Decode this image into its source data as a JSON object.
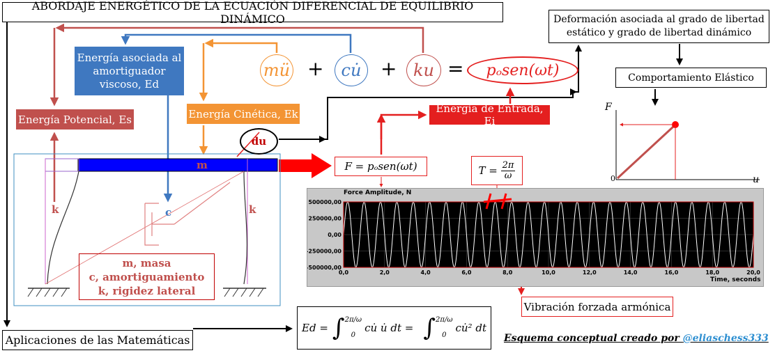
{
  "title": "ABORDAJE ENERGÉTICO DE LA ECUACIÓN DIFERENCIAL DE EQUILIBRIO DINÁMICO",
  "applications": "Aplicaciones de las Matemáticas",
  "deformation": {
    "line1": "Deformación asociada al grado de libertad",
    "line2": "estático y grado de libertad dinámico"
  },
  "elastic": "Comportamiento Elástico",
  "energy": {
    "ed_line1": "Energía asociada al",
    "ed_line2": "amortiguador",
    "ed_line3": "viscoso, Ed",
    "es": "Energía Potencial, Es",
    "ek": "Energía Cinética, Ek",
    "ei": "Energía de Entrada, Ei"
  },
  "equation": {
    "mu": "mü",
    "cu": "cu̇",
    "ku": "ku",
    "plus": "+",
    "equals": "=",
    "force": "pₒsen(ωt)"
  },
  "du": "du",
  "frame": {
    "m": "m",
    "k_left": "k",
    "k_right": "k",
    "c": "c"
  },
  "legend": {
    "line1": "m, masa",
    "line2": "c, amortiguamiento",
    "line3": "k, rigidez lateral"
  },
  "f_eq": {
    "lhs": "F = ",
    "rhs": "pₒsen(ωt)"
  },
  "period": {
    "lhs": "T = ",
    "num": "2π",
    "den": "ω"
  },
  "fu_graph": {
    "f": "F",
    "u": "u",
    "origin": "0"
  },
  "forced_vibration": "Vibración forzada armónica",
  "ed_formula": {
    "lhs": "Ed =",
    "int1": "cu̇ u̇ dt =",
    "int2": "cu̇² dt",
    "upper": "2π/ω",
    "lower": "0"
  },
  "credit": {
    "prefix": "Esquema  conceptual creado por ",
    "handle": "@eliaschess333"
  },
  "chart_data": {
    "type": "line",
    "title": "Force Amplitude, N",
    "xlabel": "Time, seconds",
    "ylabel": "",
    "xlim": [
      0,
      20
    ],
    "ylim": [
      -500000,
      500000
    ],
    "xticks": [
      "0,0",
      "2,0",
      "4,0",
      "6,0",
      "8,0",
      "10,0",
      "12,0",
      "14,0",
      "16,0",
      "18,0",
      "20,0"
    ],
    "yticks": [
      "500000,00",
      "250000,00",
      "0,00",
      "-250000,00",
      "-500000,00"
    ],
    "series": [
      {
        "amplitude": 500000,
        "cycles": 25
      }
    ],
    "grid": true,
    "colors": {
      "background": "#000000",
      "line": "#ffffff",
      "frame": "#c8c8c8"
    }
  }
}
